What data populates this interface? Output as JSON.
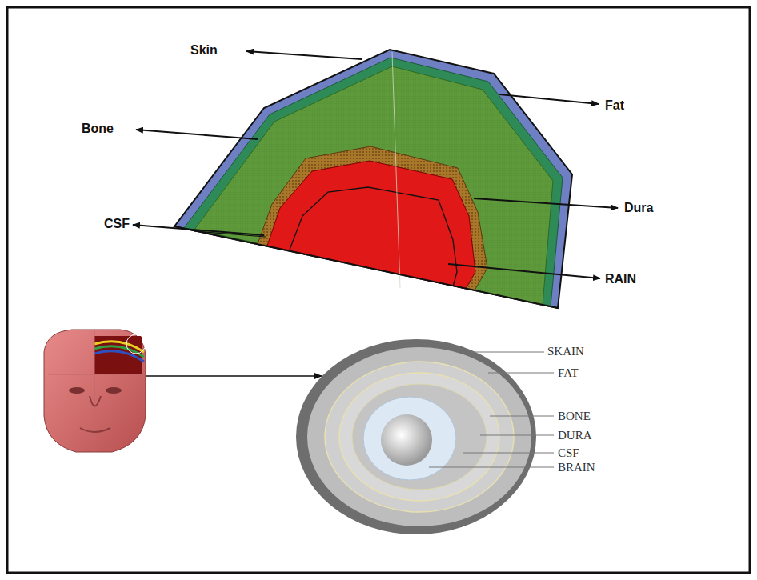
{
  "diagram": {
    "labels": [
      "Skin",
      "Fat",
      "Bone",
      "CSF",
      "Dura",
      "RAIN",
      "SKAIN",
      "FAT",
      "BONE",
      "DURA",
      "CSF",
      "BRAIN"
    ]
  }
}
